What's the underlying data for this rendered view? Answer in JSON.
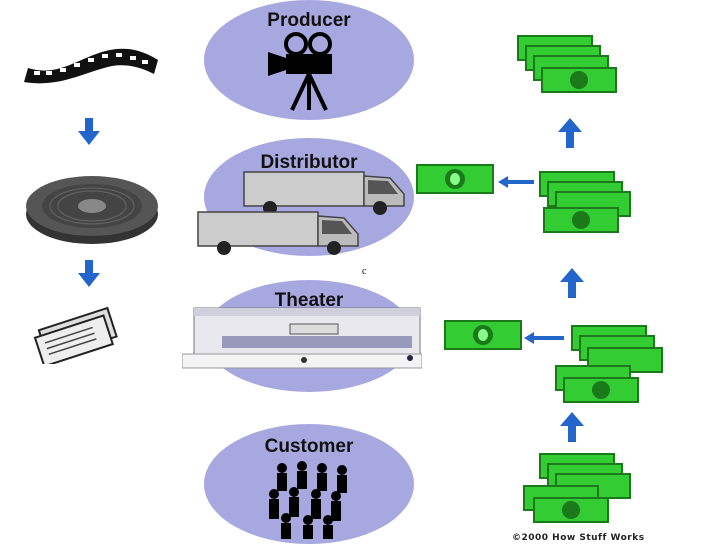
{
  "nodes": {
    "producer": "Producer",
    "distributor": "Distributor",
    "theater": "Theater",
    "customer": "Customer"
  },
  "stray_mark": "c",
  "credit": "©2000 How Stuff Works",
  "colors": {
    "oval": "#a8a8e0",
    "arrow": "#2266cc",
    "money": "#33cc33",
    "money_dark": "#1a7a1a"
  }
}
